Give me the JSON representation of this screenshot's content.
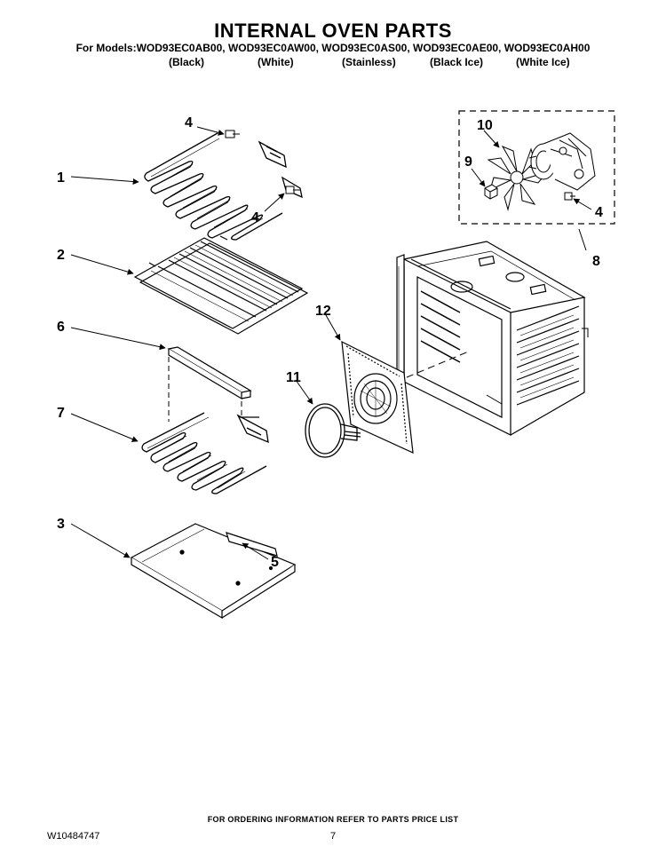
{
  "page": {
    "title": "INTERNAL OVEN PARTS",
    "models_line": "For Models:WOD93EC0AB00, WOD93EC0AW00, WOD93EC0AS00, WOD93EC0AE00, WOD93EC0AH00",
    "colors": [
      "(Black)",
      "(White)",
      "(Stainless)",
      "(Black Ice)",
      "(White Ice)"
    ]
  },
  "callouts": [
    "1",
    "2",
    "3",
    "4",
    "4",
    "4",
    "5",
    "6",
    "7",
    "8",
    "9",
    "10",
    "11",
    "12"
  ],
  "footer": {
    "ordering_info": "FOR ORDERING INFORMATION REFER TO PARTS PRICE LIST",
    "doc_number": "W10484747",
    "page_number": "7"
  }
}
